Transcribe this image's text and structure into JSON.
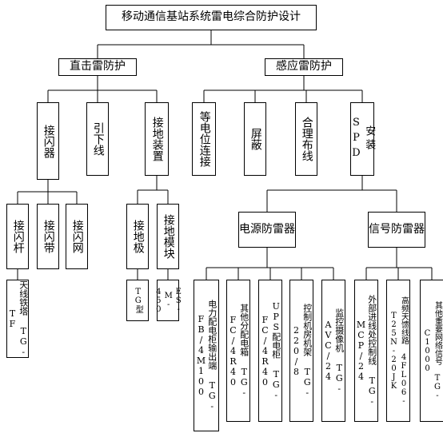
{
  "root": "移动通信基站系统雷电综合防护设计",
  "direct": {
    "title": "直击雷防护",
    "air_terminal": {
      "label": "接闪器",
      "children": [
        "接闪杆",
        "接闪带",
        "接闪网"
      ],
      "example": "天线铁塔 TG-TF"
    },
    "down_conductor": "引下线",
    "grounding": {
      "label": "接地装置",
      "children": [
        "接地极",
        "接地模块"
      ],
      "rod_model": "TG型",
      "module_model": "ES-M-450"
    }
  },
  "induced": {
    "title": "感应雷防护",
    "equipotential": "等电位连接",
    "shielding": "屏蔽",
    "wiring": "合理布线",
    "spd": {
      "label": "安装SPD",
      "power": {
        "label": "电源防雷器",
        "items": [
          "电力配电柜输出端 TG-FB/4M100",
          "其他分配电箱 TG-FC/4R40",
          "UPS配电柜 TG-FC/4R40",
          "控制机房机架 TG-220/8",
          "监控摄像机 TG-AVC/24"
        ]
      },
      "signal": {
        "label": "信号防雷器",
        "items": [
          "外部进线处控制线 TG-MCP/24",
          "高频天馈线路 4FL06-T25N-20JK",
          "其他重要网络信号 TG-C1000"
        ]
      }
    }
  }
}
